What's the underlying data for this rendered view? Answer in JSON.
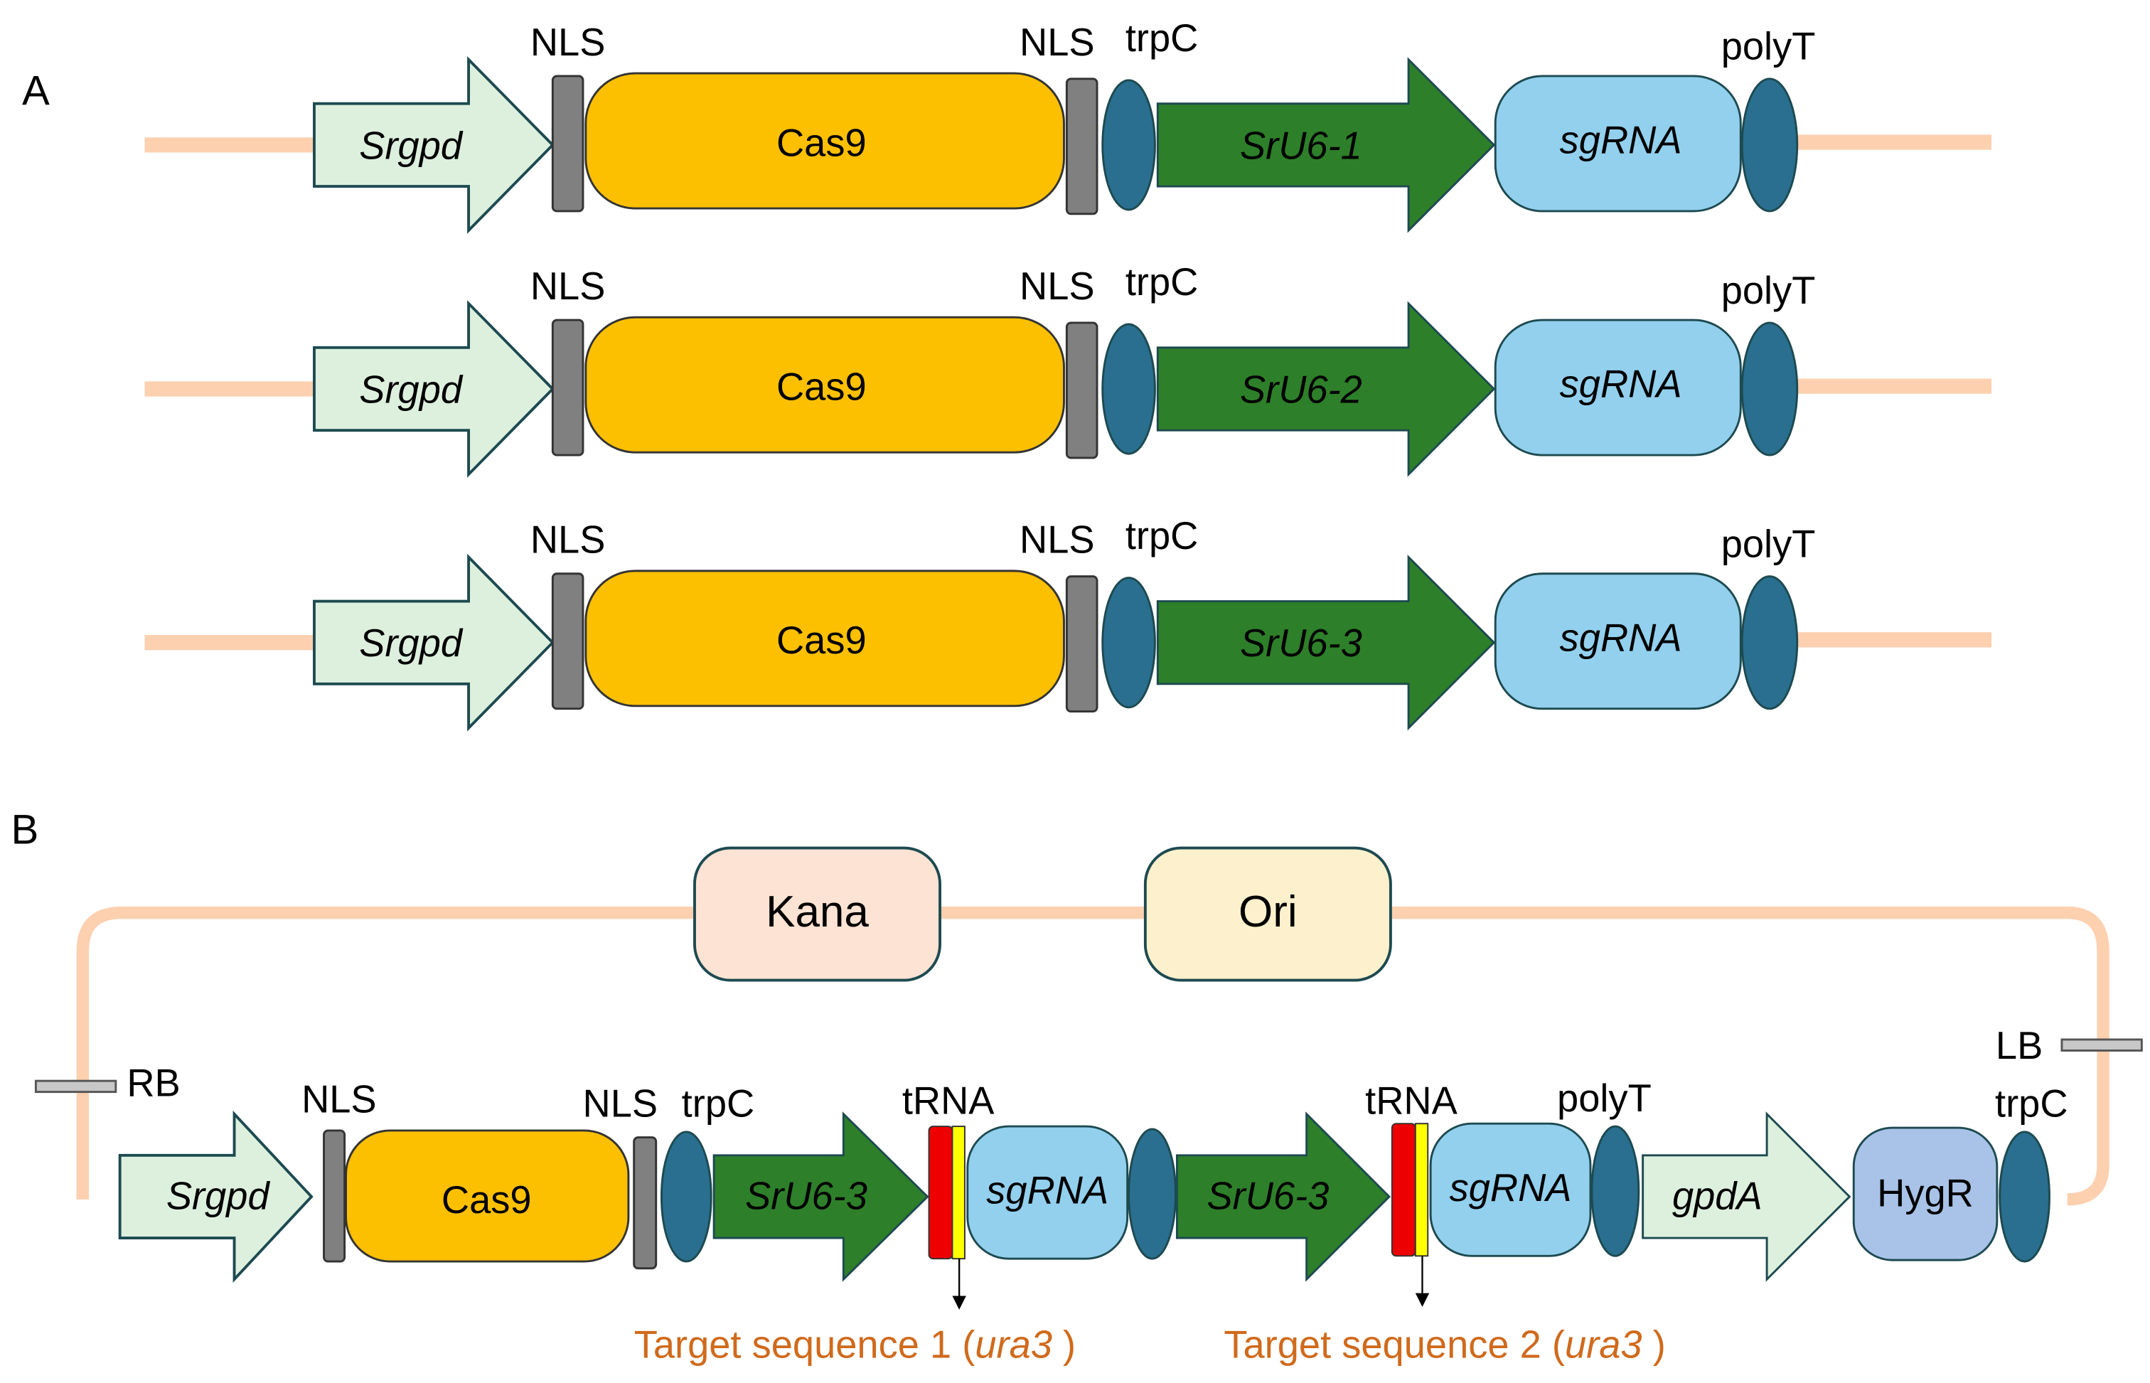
{
  "panels": {
    "a": "A",
    "b": "B"
  },
  "colors": {
    "backbone": "#fdd0b0",
    "promoter_light": "#ddf0de",
    "promoter_dark": "#2e7f2a",
    "cas9": "#fdc000",
    "nls": "#808080",
    "terminator": "#2a6f8f",
    "sgrna": "#93d0ee",
    "kana": "#fde3d4",
    "ori": "#fdf0cd",
    "hygr": "#a9c3e8",
    "trna_red": "#ee0000",
    "trna_yellow": "#ffff00",
    "target_text": "#d06a1c"
  },
  "rows": [
    {
      "promoter": "Srgpd",
      "nls1": "NLS",
      "cas9": "Cas9",
      "nls2": "NLS",
      "term": "trpC",
      "u6": "SrU6-1",
      "sgrna": "sgRNA",
      "polyt": "polyT"
    },
    {
      "promoter": "Srgpd",
      "nls1": "NLS",
      "cas9": "Cas9",
      "nls2": "NLS",
      "term": "trpC",
      "u6": "SrU6-2",
      "sgrna": "sgRNA",
      "polyt": "polyT"
    },
    {
      "promoter": "Srgpd",
      "nls1": "NLS",
      "cas9": "Cas9",
      "nls2": "NLS",
      "term": "trpC",
      "u6": "SrU6-3",
      "sgrna": "sgRNA",
      "polyt": "polyT"
    }
  ],
  "plasmid": {
    "kana": "Kana",
    "ori": "Ori",
    "rb": "RB",
    "lb": "LB",
    "promoter": "Srgpd",
    "nls1": "NLS",
    "cas9": "Cas9",
    "nls2": "NLS",
    "term1": "trpC",
    "u6a": "SrU6-3",
    "trna1": "tRNA",
    "sgrna1": "sgRNA",
    "u6b": "SrU6-3",
    "trna2": "tRNA",
    "sgrna2": "sgRNA",
    "polyt": "polyT",
    "gpda": "gpdA",
    "hygr": "HygR",
    "term2": "trpC",
    "target1_prefix": "Target sequence 1 (",
    "target1_gene": "ura3",
    "target1_suffix": " )",
    "target2_prefix": "Target sequence 2 (",
    "target2_gene": "ura3",
    "target2_suffix": " )"
  }
}
